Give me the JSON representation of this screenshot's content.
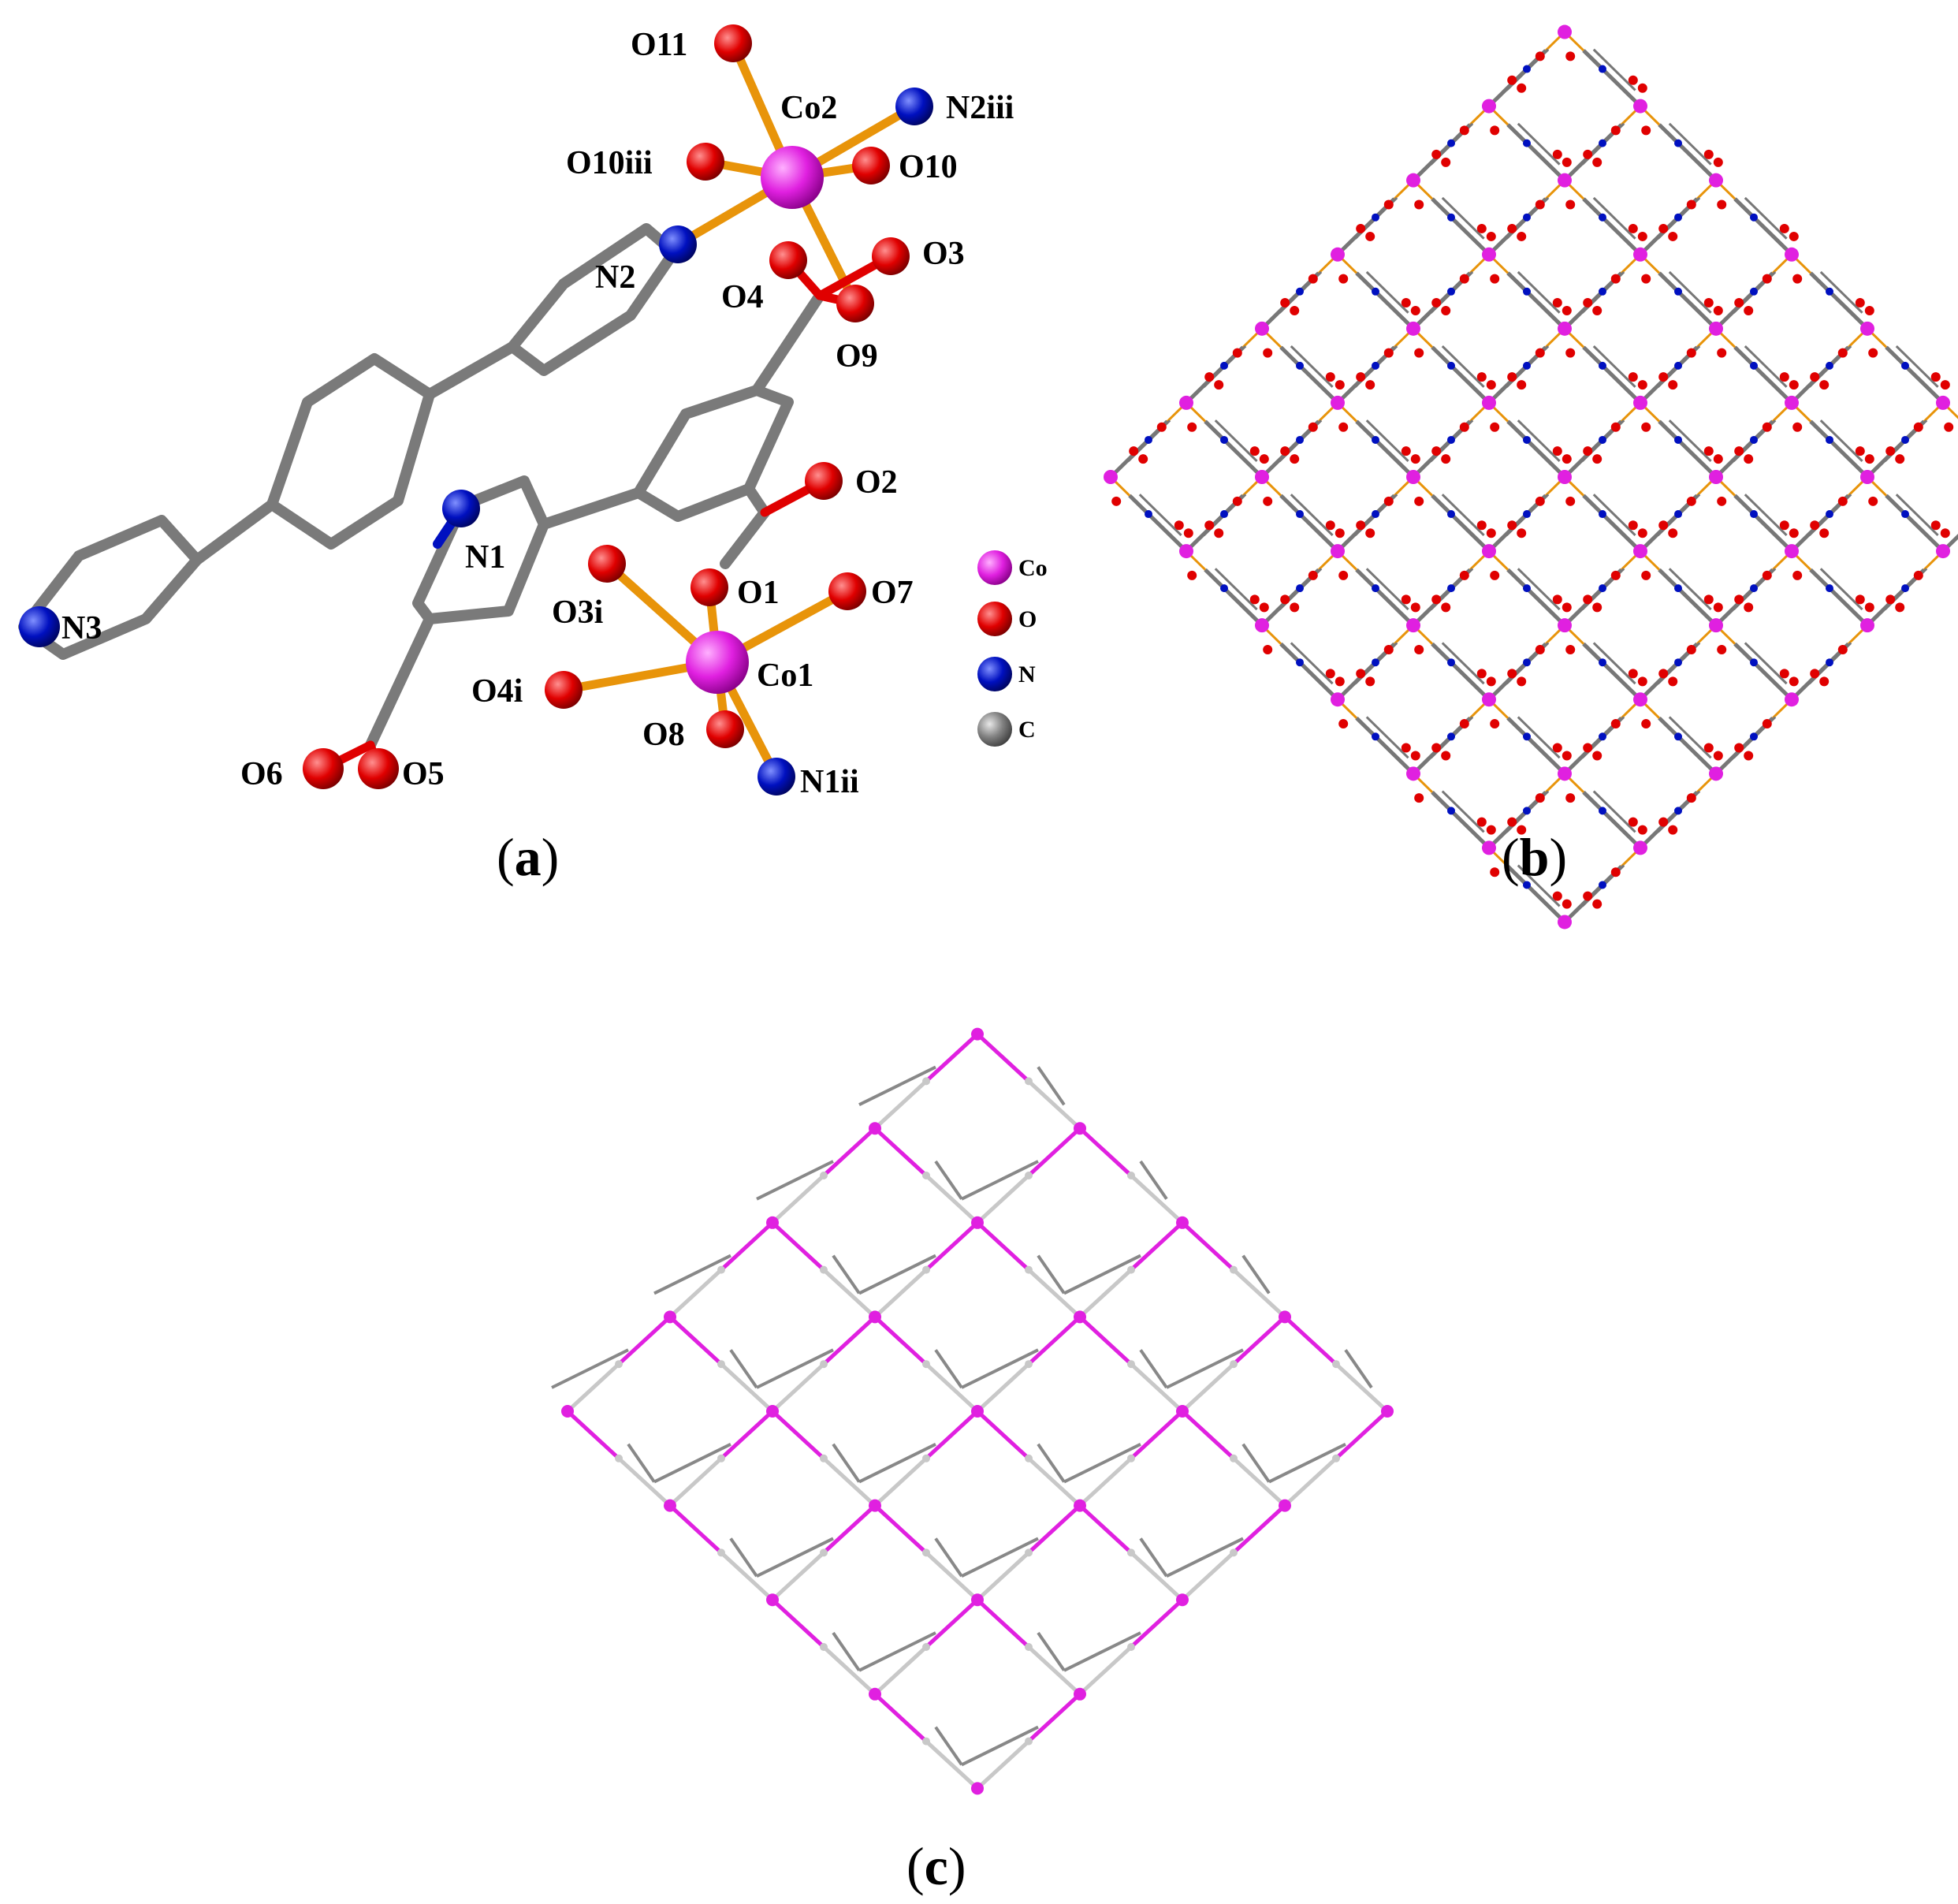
{
  "panels": {
    "a": {
      "label_open": "(",
      "label_letter": "a",
      "label_close": ")",
      "atom_labels": [
        "O11",
        "Co2",
        "N2iii",
        "O10iii",
        "O10",
        "N2",
        "O4",
        "O3",
        "O9",
        "O2",
        "N1",
        "N3",
        "O3i",
        "O1",
        "O7",
        "O4i",
        "Co1",
        "O8",
        "O6",
        "O5",
        "N1ii"
      ],
      "legend": [
        {
          "symbol": "Co",
          "color": "#e020e0"
        },
        {
          "symbol": "O",
          "color": "#e00000"
        },
        {
          "symbol": "N",
          "color": "#0010c0"
        },
        {
          "symbol": "C",
          "color": "#808080"
        }
      ]
    },
    "b": {
      "label_open": "(",
      "label_letter": "b",
      "label_close": ")"
    },
    "c": {
      "label_open": "(",
      "label_letter": "c",
      "label_close": ")"
    }
  },
  "colors": {
    "cobalt": "#e020e0",
    "oxygen": "#e00000",
    "nitrogen": "#0010c0",
    "carbon": "#808080",
    "bond_metal": "#e8940a",
    "bond_carbon": "#777777",
    "bond_pale": "#c8c8c8"
  }
}
